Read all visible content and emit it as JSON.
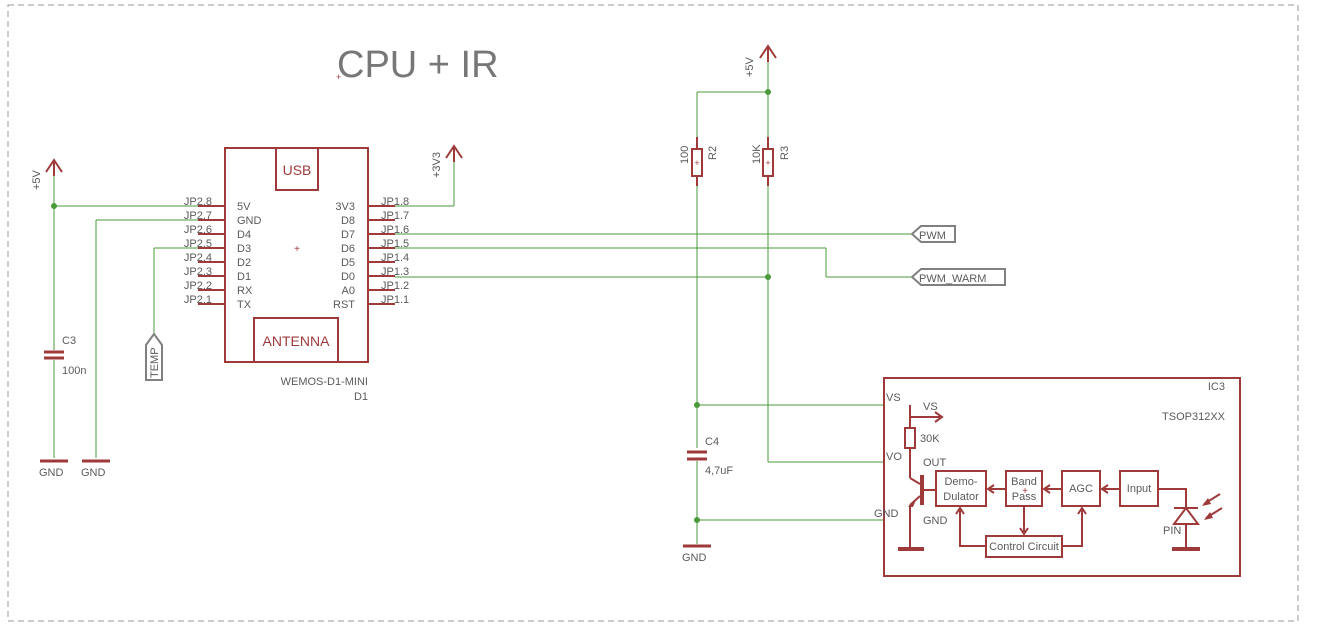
{
  "title": "CPU + IR",
  "colors": {
    "component": "#9e3a3a",
    "wire": "#4a9a3a",
    "label": "#5a5a5a",
    "frame": "#9a9a9a"
  },
  "power": {
    "p5v": "+5V",
    "p3v3": "+3V3",
    "gnd": "GND"
  },
  "wemos": {
    "usb": "USB",
    "antenna": "ANTENNA",
    "name": "WEMOS-D1-MINI",
    "ref": "D1",
    "left_pins": [
      {
        "label": "5V",
        "pin": "JP2.8"
      },
      {
        "label": "GND",
        "pin": "JP2.7"
      },
      {
        "label": "D4",
        "pin": "JP2.6"
      },
      {
        "label": "D3",
        "pin": "JP2.5"
      },
      {
        "label": "D2",
        "pin": "JP2.4"
      },
      {
        "label": "D1",
        "pin": "JP2.3"
      },
      {
        "label": "RX",
        "pin": "JP2.2"
      },
      {
        "label": "TX",
        "pin": "JP2.1"
      }
    ],
    "right_pins": [
      {
        "label": "3V3",
        "pin": "JP1.8"
      },
      {
        "label": "D8",
        "pin": "JP1.7"
      },
      {
        "label": "D7",
        "pin": "JP1.6"
      },
      {
        "label": "D6",
        "pin": "JP1.5"
      },
      {
        "label": "D5",
        "pin": "JP1.4"
      },
      {
        "label": "D0",
        "pin": "JP1.3"
      },
      {
        "label": "A0",
        "pin": "JP1.2"
      },
      {
        "label": "RST",
        "pin": "JP1.1"
      }
    ]
  },
  "c3": {
    "ref": "C3",
    "value": "100n"
  },
  "c4": {
    "ref": "C4",
    "value": "4,7uF"
  },
  "r2": {
    "ref": "R2",
    "value": "100"
  },
  "r3": {
    "ref": "R3",
    "value": "10K"
  },
  "net_labels": {
    "temp": "TEMP",
    "pwm": "PWM",
    "pwm_warm": "PWM_WARM"
  },
  "ic3": {
    "ref": "IC3",
    "part": "TSOP312XX",
    "pin_vs": "VS",
    "pin_vo": "VO",
    "pin_gnd": "GND",
    "int_vs": "VS",
    "int_out": "OUT",
    "int_gnd": "GND",
    "resistor": "30K",
    "demod1": "Demo-",
    "demod2": "Dulator",
    "band1": "Band",
    "band2": "Pass",
    "agc": "AGC",
    "input": "Input",
    "control": "Control Circuit",
    "pin_diode": "PIN"
  }
}
